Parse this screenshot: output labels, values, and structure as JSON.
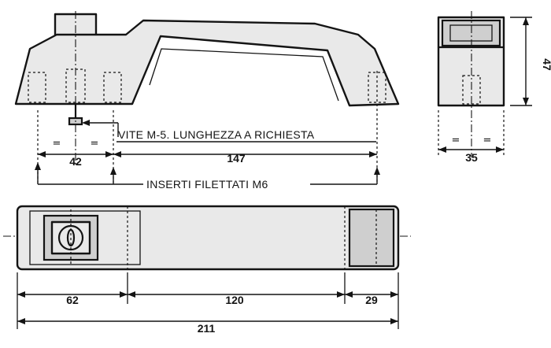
{
  "labels": {
    "screw_note": "VITE M-5. LUNGHEZZA A RICHIESTA",
    "inserts_note": "INSERTI FILETTATI M6"
  },
  "dimensions": {
    "front_insert_spacing": "42",
    "front_centers": "147",
    "side_height": "47",
    "side_width": "35",
    "plan_left": "62",
    "plan_middle": "120",
    "plan_right": "29",
    "plan_total": "211"
  },
  "symbols": {
    "equal": "="
  }
}
